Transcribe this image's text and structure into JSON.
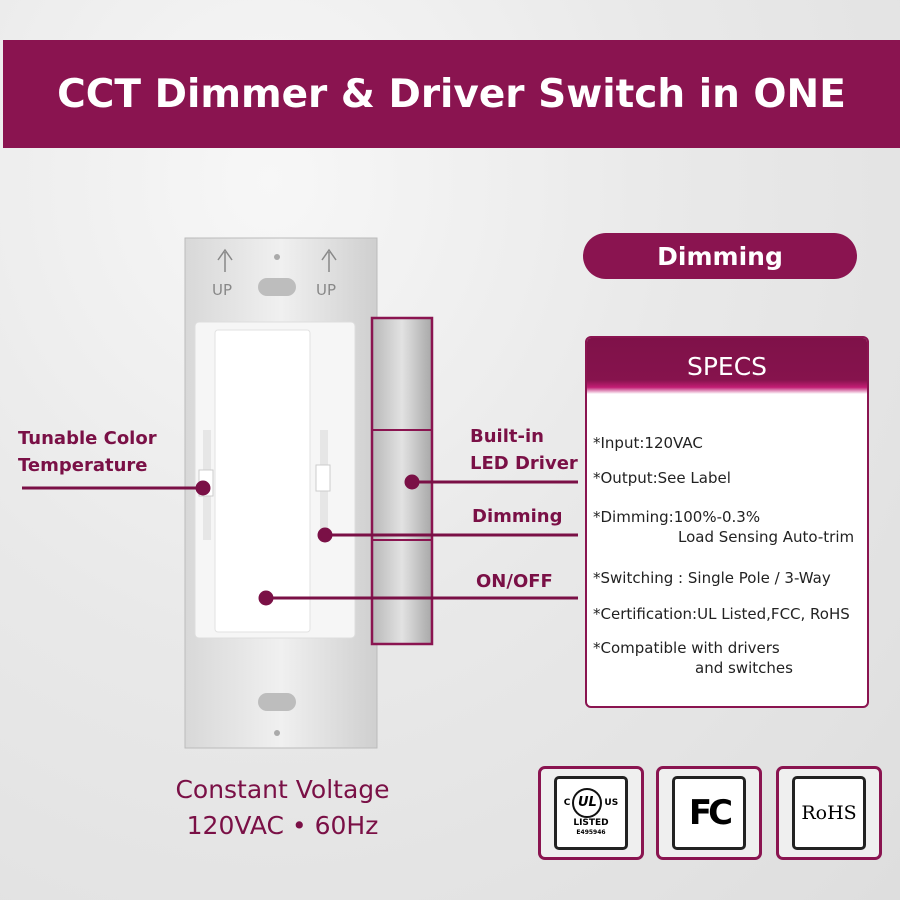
{
  "banner": {
    "title": "CCT Dimmer & Driver Switch in ONE"
  },
  "pill": {
    "label": "Dimming"
  },
  "specs": {
    "title": "SPECS",
    "items": [
      {
        "line1": "*Input:120VAC",
        "line2": ""
      },
      {
        "line1": "*Output:See Label",
        "line2": ""
      },
      {
        "line1": "*Dimming:100%-0.3%",
        "line2": "Load Sensing Auto-trim"
      },
      {
        "line1": "*Switching : Single Pole / 3-Way",
        "line2": ""
      },
      {
        "line1": "*Certification:UL Listed,FCC, RoHS",
        "line2": ""
      },
      {
        "line1": "*Compatible with drivers",
        "line2": "and switches"
      }
    ]
  },
  "callouts": {
    "tunable": "Tunable Color Temperature",
    "driver": "Built-in LED Driver",
    "dimming": "Dimming",
    "onoff": "ON/OFF"
  },
  "plate": {
    "up_left": "UP",
    "up_right": "UP"
  },
  "footer": {
    "line1": "Constant Voltage",
    "line2": "120VAC • 60Hz"
  },
  "certs": {
    "ul": {
      "c": "C",
      "us": "US",
      "listed": "LISTED",
      "number": "E495946"
    },
    "fcc": "FC",
    "rohs": "RoHS"
  },
  "colors": {
    "brand": "#8a1450"
  }
}
